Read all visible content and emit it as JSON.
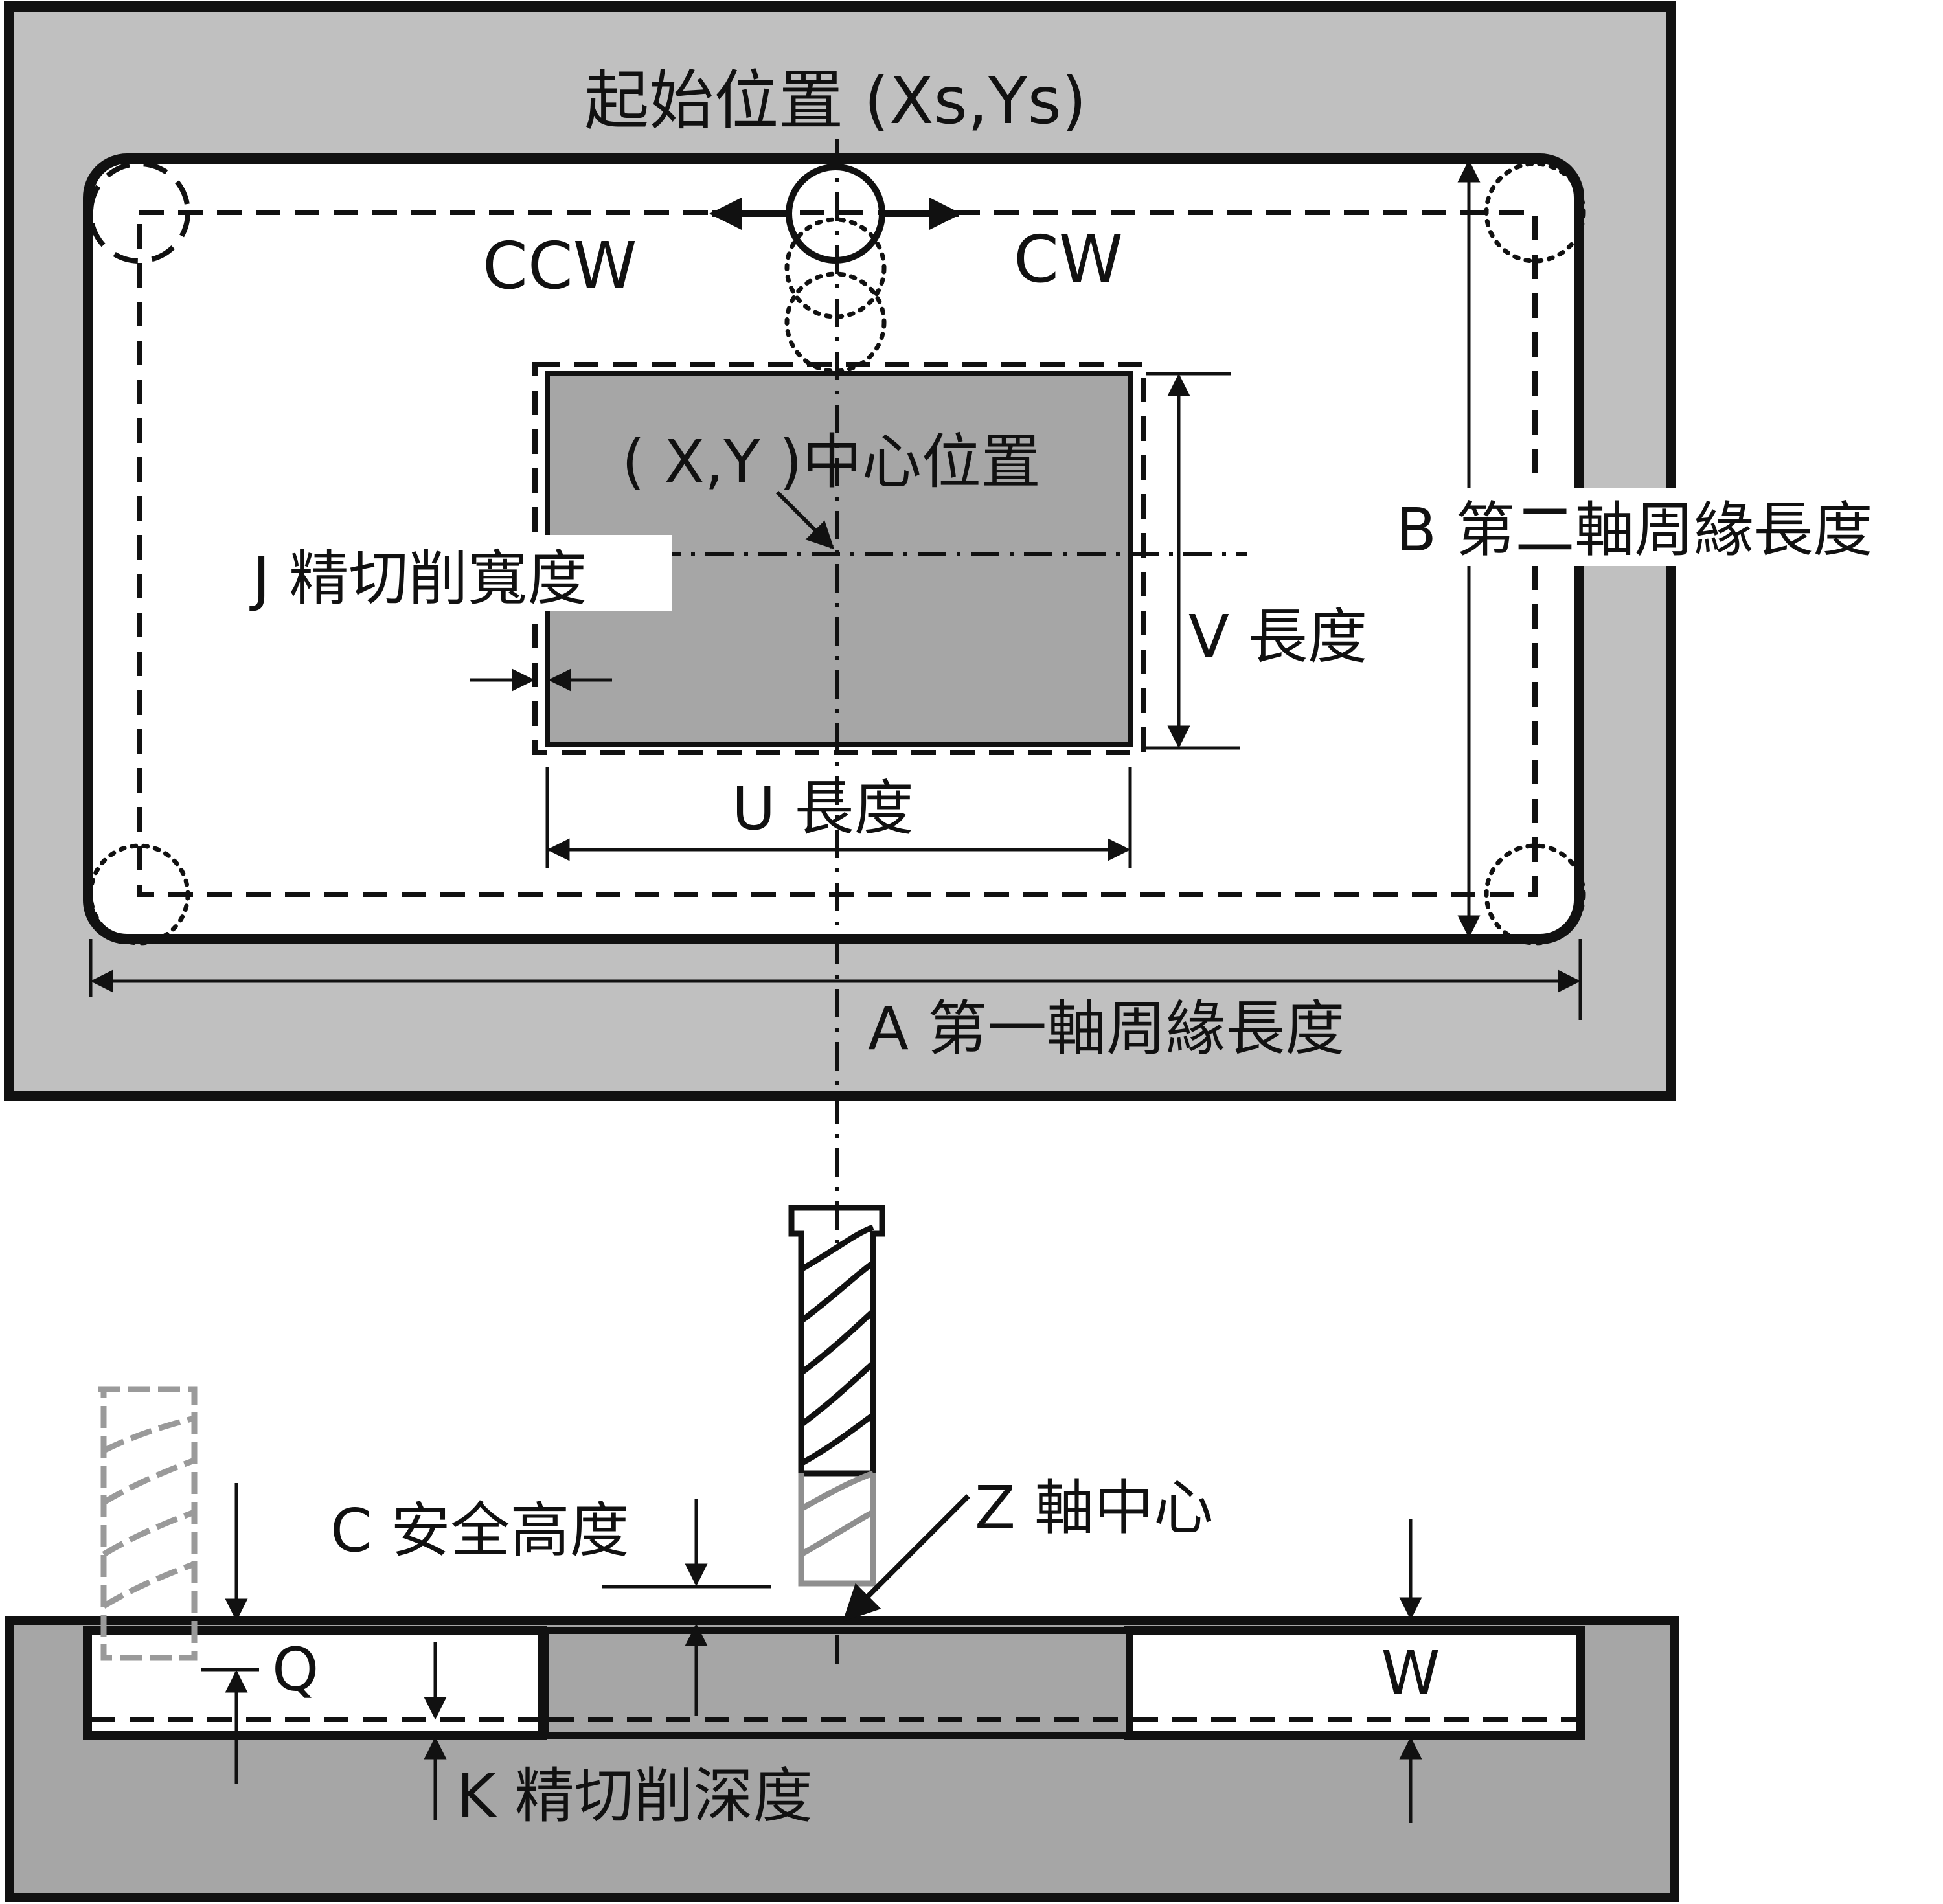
{
  "labels": {
    "start_position": "起始位置 (Xs,Ys)",
    "ccw": "CCW",
    "cw": "CW",
    "center_position": "( X,Y )中心位置",
    "finish_width": "J 精切削寬度",
    "v_length": "V 長度",
    "u_length": "U 長度",
    "b_length": "B 第二軸周緣長度",
    "a_length": "A 第一軸周緣長度",
    "safety_height": "C 安全高度",
    "z_center": "Z 軸中心",
    "q": "Q",
    "w": "W",
    "finish_depth": "K 精切削深度"
  },
  "colors": {
    "frame_fill": "#c0c0c0",
    "island_fill": "#a6a6a6",
    "base_fill": "#a6a6a6",
    "pocket_fill": "#ffffff",
    "line": "#111111",
    "ghost_tool": "#9a9a9a"
  }
}
